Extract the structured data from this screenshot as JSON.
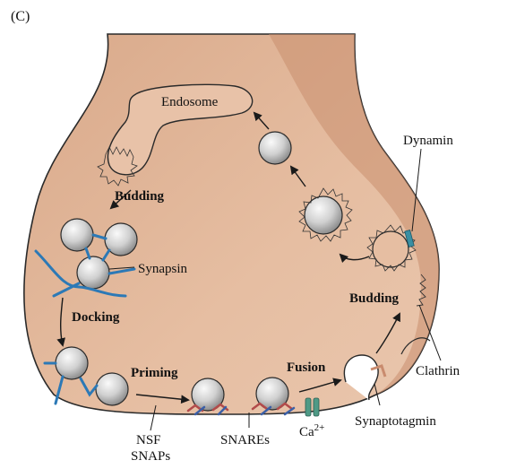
{
  "panel_letter": "(C)",
  "labels": {
    "endosome": "Endosome",
    "dynamin": "Dynamin",
    "budding_top": "Budding",
    "synapsin": "Synapsin",
    "docking": "Docking",
    "budding_right": "Budding",
    "clathrin": "Clathrin",
    "priming": "Priming",
    "fusion": "Fusion",
    "nsf": "NSF",
    "snaps": "SNAPs",
    "snares": "SNAREs",
    "calcium": "Ca",
    "calcium_charge": "2+",
    "synaptotagmin": "Synaptotagmin"
  },
  "colors": {
    "terminal_fill": "#e3b89a",
    "terminal_edge": "#d09a7a",
    "outline": "#2a2a2a",
    "vesicle_light": "#f4f4f4",
    "vesicle_dark": "#8a8a8a",
    "synapsin": "#2c79b6",
    "snare_red": "#b24a4a",
    "snare_blue": "#3b5fa6",
    "channel": "#4f9a86"
  }
}
